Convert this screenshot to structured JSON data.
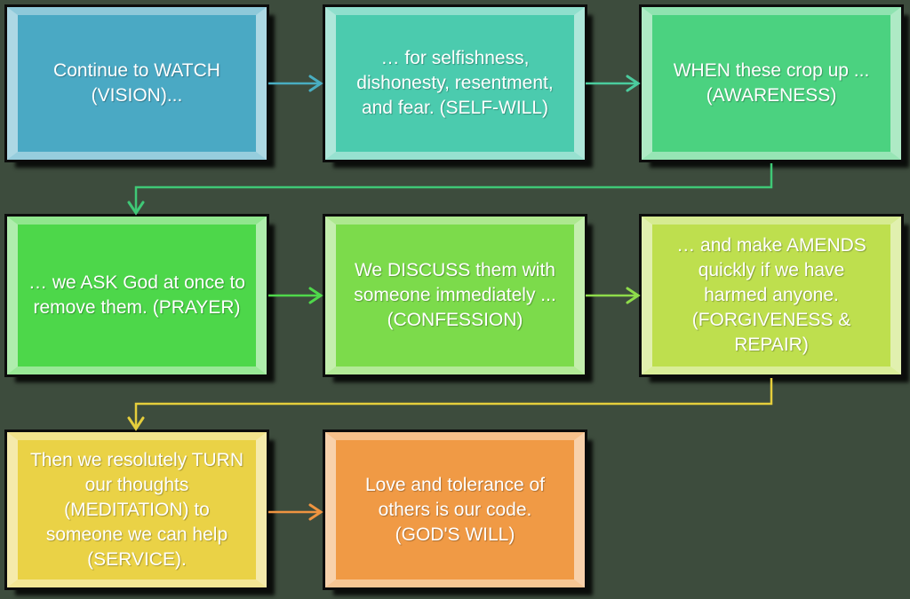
{
  "canvas": {
    "background_color": "#3D4C3D",
    "text_color": "#FFFFFF"
  },
  "flowchart": {
    "boxes": [
      {
        "name": "vision",
        "label": "Continue to WATCH\n(VISION)...",
        "color": "#4AA9C4"
      },
      {
        "name": "self-will",
        "label": "… for selfishness,\ndishonesty, resentment,\nand fear. (SELF-WILL)",
        "color": "#4BCBAE"
      },
      {
        "name": "awareness",
        "label": "WHEN these crop up ...\n(AWARENESS)",
        "color": "#4BD280"
      },
      {
        "name": "prayer",
        "label": "… we ASK God at once to\nremove them. (PRAYER)",
        "color": "#4DD74A"
      },
      {
        "name": "confession",
        "label": "We DISCUSS them with\nsomeone immediately ...\n(CONFESSION)",
        "color": "#7CDB4B"
      },
      {
        "name": "forgiveness-repair",
        "label": "… and make AMENDS\nquickly if we have\nharmed anyone.\n(FORGIVENESS & REPAIR)",
        "color": "#BEDF4E"
      },
      {
        "name": "meditation-service",
        "label": "Then we resolutely TURN\nour thoughts\n(MEDITATION) to\nsomeone we can help\n(SERVICE).",
        "color": "#EAD246"
      },
      {
        "name": "gods-will",
        "label": "Love and tolerance of\nothers is our code.\n(GOD'S WILL)",
        "color": "#F09A45"
      }
    ],
    "connectors": [
      {
        "from": "vision",
        "to": "self-will",
        "color": "#49AEC2"
      },
      {
        "from": "self-will",
        "to": "awareness",
        "color": "#4BCC9E"
      },
      {
        "from": "awareness",
        "to": "prayer",
        "color": "#3FC876"
      },
      {
        "from": "prayer",
        "to": "confession",
        "color": "#4FD84B"
      },
      {
        "from": "confession",
        "to": "forgiveness-repair",
        "color": "#8FDC4B"
      },
      {
        "from": "forgiveness-repair",
        "to": "meditation-service",
        "color": "#E5CE3C"
      },
      {
        "from": "meditation-service",
        "to": "gods-will",
        "color": "#EF9440"
      }
    ]
  }
}
